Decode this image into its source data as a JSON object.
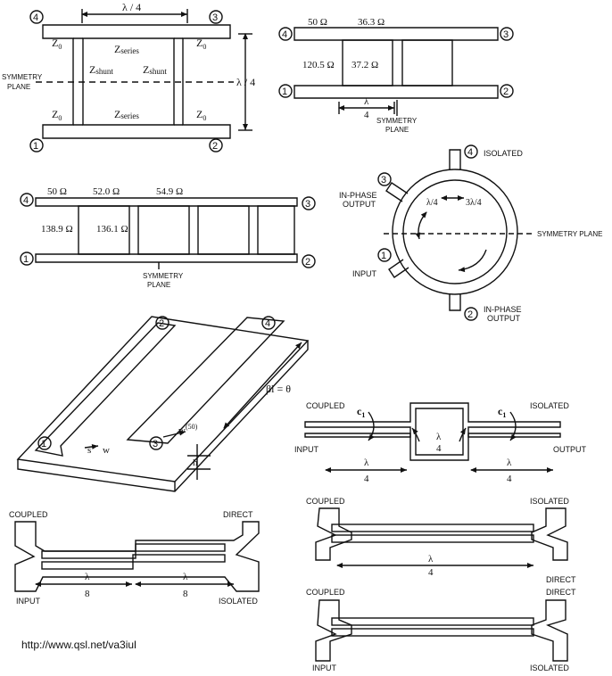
{
  "url": "http://www.qsl.net/va3iul",
  "colors": {
    "ink": "#111111",
    "paper": "#ffffff"
  },
  "fig1": {
    "ports": [
      "1",
      "2",
      "3",
      "4"
    ],
    "lambda_quarter": "λ / 4",
    "z0": "Z",
    "z0_sub": "0",
    "zseries": "Z",
    "zseries_sub": "series",
    "zshunt": "Z",
    "zshunt_sub": "shunt",
    "symmetry": [
      "SYMMETRY",
      "PLANE"
    ]
  },
  "fig2": {
    "z50": "50 Ω",
    "z363": "36.3 Ω",
    "z1205": "120.5 Ω",
    "z372": "37.2 Ω",
    "lambda_num": "λ",
    "lambda_den": "4",
    "symmetry": [
      "SYMMETRY",
      "PLANE"
    ]
  },
  "fig3": {
    "z50": "50 Ω",
    "z520": "52.0 Ω",
    "z549": "54.9 Ω",
    "z1389": "138.9 Ω",
    "z1361": "136.1 Ω",
    "symmetry": [
      "SYMMETRY",
      "PLANE"
    ]
  },
  "fig4": {
    "isolated": "ISOLATED",
    "inphase": [
      "IN-PHASE",
      "OUTPUT"
    ],
    "input": "INPUT",
    "inphase2": [
      "IN-PHASE",
      "OUTPUT"
    ],
    "q1": "λ/4",
    "q3": "3λ/4",
    "symmetry": "SYMMETRY PLANE"
  },
  "fig5": {
    "beta": "βl = θ",
    "w50": "w",
    "w50_sup": "(50)",
    "s": "s",
    "w": "w",
    "h": "h"
  },
  "fig6": {
    "coupled": "COUPLED",
    "isolated": "ISOLATED",
    "input": "INPUT",
    "output": "OUTPUT",
    "c1": "c",
    "c1_sub": "1",
    "lambda_num": "λ",
    "lambda_den": "4"
  },
  "fig7": {
    "coupled": "COUPLED",
    "direct": "DIRECT",
    "input": "INPUT",
    "isolated": "ISOLATED",
    "lambda_num": "λ",
    "lambda_den": "8"
  },
  "fig8": {
    "coupled": "COUPLED",
    "isolated": "ISOLATED",
    "direct": "DIRECT",
    "lambda_num": "λ",
    "lambda_den": "4"
  },
  "fig9": {
    "coupled": "COUPLED",
    "direct": "DIRECT",
    "input": "INPUT",
    "isolated": "ISOLATED"
  }
}
